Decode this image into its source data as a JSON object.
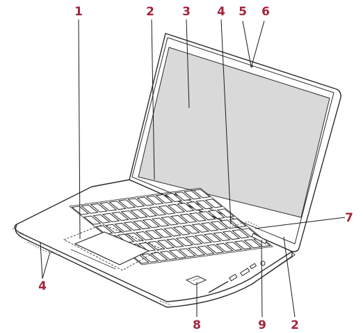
{
  "colors": {
    "callout_text": "#a3243b",
    "leader_line": "#1a1a1a",
    "outline": "#2a2a2a",
    "screen": "#d9d9d9"
  },
  "callouts": [
    {
      "id": "c1-top",
      "text": "1"
    },
    {
      "id": "c2-top",
      "text": "2"
    },
    {
      "id": "c3-top",
      "text": "3"
    },
    {
      "id": "c4-top",
      "text": "4"
    },
    {
      "id": "c5-top",
      "text": "5"
    },
    {
      "id": "c6-top",
      "text": "6"
    },
    {
      "id": "c7-right",
      "text": "7"
    },
    {
      "id": "c4-left",
      "text": "4"
    },
    {
      "id": "c8-bottom",
      "text": "8"
    },
    {
      "id": "c9-bottom",
      "text": "9"
    },
    {
      "id": "c2-bottom",
      "text": "2"
    }
  ]
}
